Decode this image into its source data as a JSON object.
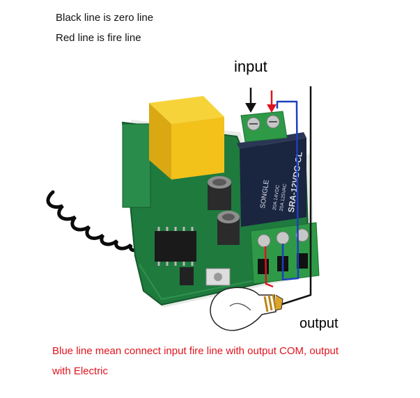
{
  "notes": {
    "black_line": "Black line is zero line",
    "red_line": "Red line is fire line"
  },
  "labels": {
    "input": "input",
    "output": "output"
  },
  "relay": {
    "brand": "SONGLE",
    "model": "SRA-12VDC-CL",
    "rating1": "20A 14VDC",
    "rating2": "20A 125VAC"
  },
  "caption": {
    "line1": "Blue line mean connect  input fire line with output COM, output",
    "line2": "with Electric"
  },
  "colors": {
    "zero_line": "#111111",
    "fire_line": "#e0141e",
    "com_line": "#1f3fbf",
    "board": "#1f7a3e",
    "terminal": "#2e9a48",
    "capacitor": "#f2c21b",
    "relay": "#1a2540"
  }
}
